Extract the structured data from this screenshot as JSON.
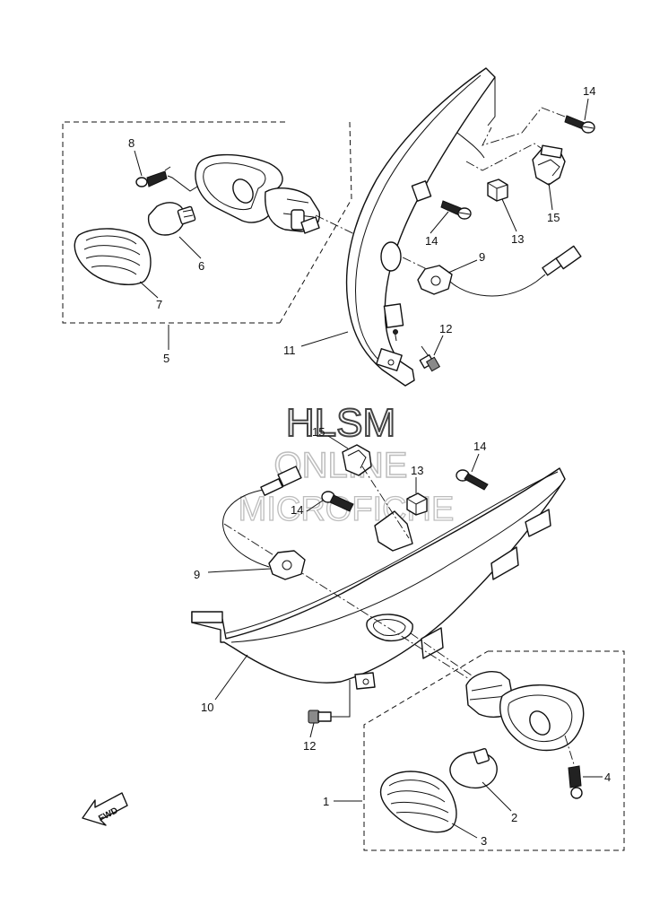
{
  "watermark": {
    "line1": "HLSM",
    "line2": "ONLINE",
    "line3": "MICROFICHE"
  },
  "direction_badge": "FWD",
  "callouts": {
    "top": {
      "screw_8": "8",
      "bulb_6": "6",
      "lens_7": "7",
      "assembly_5": "5",
      "screw_14a": "14",
      "screw_14b": "14",
      "clip_15": "15",
      "nut_13": "13",
      "socket_9": "9",
      "bolt_12": "12",
      "panel_11": "11"
    },
    "bottom": {
      "clip_15": "15",
      "screw_14a": "14",
      "nut_13": "13",
      "screw_14b": "14",
      "socket_9": "9",
      "panel_10": "10",
      "bolt_12": "12",
      "assembly_1": "1",
      "bulb_2": "2",
      "lens_3": "3",
      "screw_4": "4"
    }
  }
}
